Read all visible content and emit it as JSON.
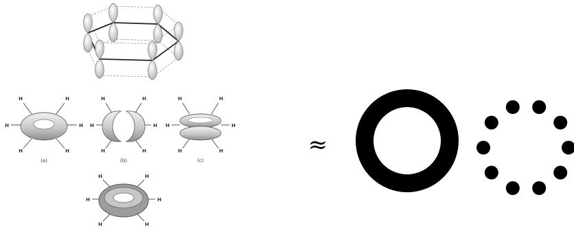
{
  "figure": {
    "atom_label": "H",
    "panel_captions": [
      "(a)",
      "(b)",
      "(c)"
    ],
    "approx_symbol": "≈",
    "dot_ring_count": 10
  },
  "colors": {
    "background": "#ffffff",
    "ink": "#000000",
    "orbital_fill": "#d8d8d8",
    "orbital_shade": "#9a9a9a",
    "bond_line": "#333333"
  }
}
